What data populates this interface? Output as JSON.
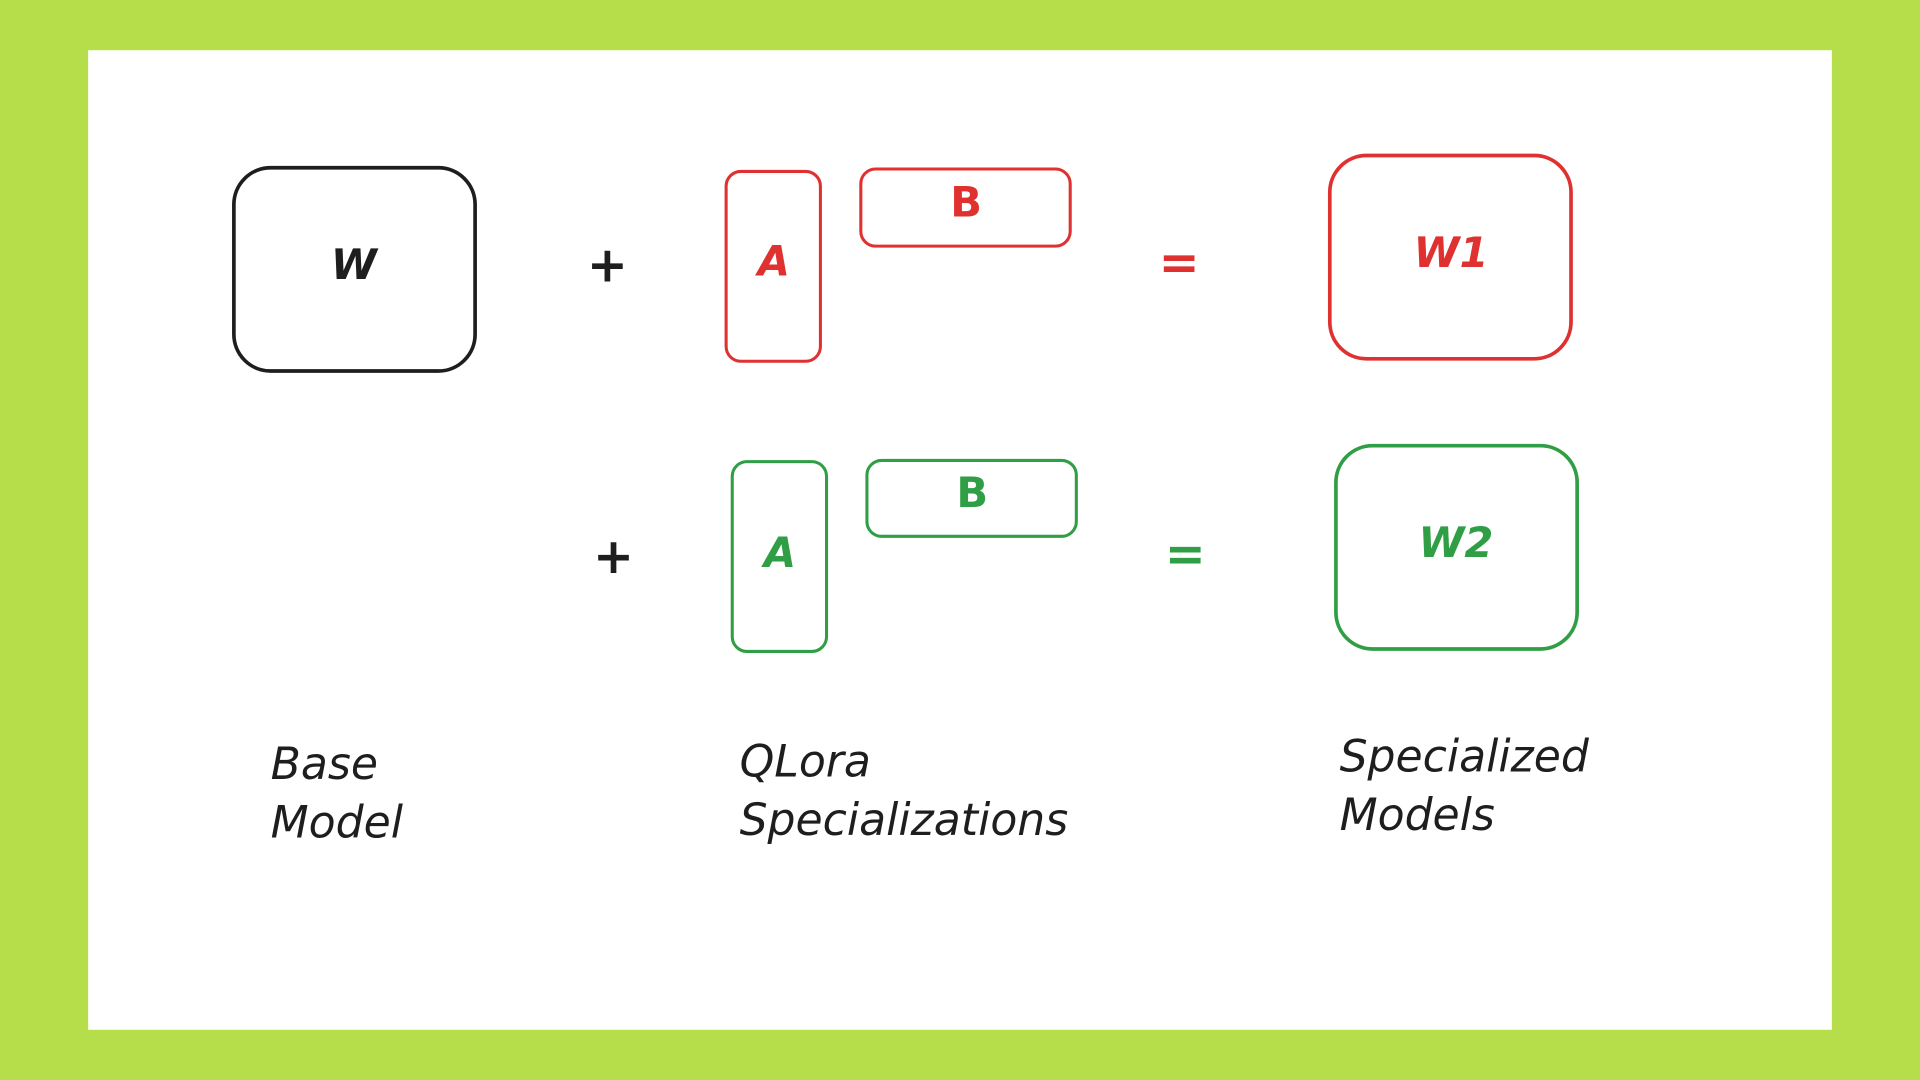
{
  "colors": {
    "frame": "#b5de4a",
    "canvas": "#ffffff",
    "black": "#1e1e1e",
    "red": "#e03131",
    "green": "#2f9e44"
  },
  "row1": {
    "base": "W",
    "plus": "+",
    "a": "A",
    "b": "B",
    "equals": "=",
    "result": "W1"
  },
  "row2": {
    "plus": "+",
    "a": "A",
    "b": "B",
    "equals": "=",
    "result": "W2"
  },
  "labels": {
    "base_line1": "Base",
    "base_line2": "Model",
    "qlora_line1": "QLora",
    "qlora_line2": "Specializations",
    "spec_line1": "Specialized",
    "spec_line2": "Models"
  }
}
